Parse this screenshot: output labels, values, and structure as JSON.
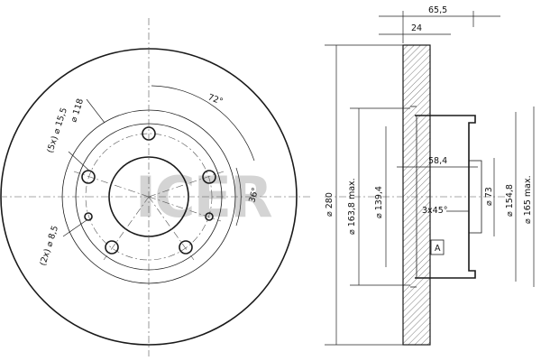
{
  "logo": {
    "text": "ICER",
    "color": "#d0d0d0"
  },
  "front_view": {
    "pcd": "⌀ 118",
    "bolt_holes": "(5x) ⌀ 15,5",
    "small_holes": "(2x) ⌀ 8,5",
    "angle_bolts": "72°",
    "angle_small": "36°"
  },
  "side_view": {
    "total_height": "65,5",
    "disc_thickness": "24",
    "outer_diameter": "⌀ 280",
    "max_friction_diameter": "⌀ 163,8 max.",
    "hat_diameter": "⌀ 139,4",
    "hub_height": "58,4",
    "center_bore": "⌀ 73",
    "chamfer": "3x45°",
    "inner_diameter": "⌀ 154,8",
    "max_diameter": "⌀ 165 max.",
    "datum": "A"
  }
}
